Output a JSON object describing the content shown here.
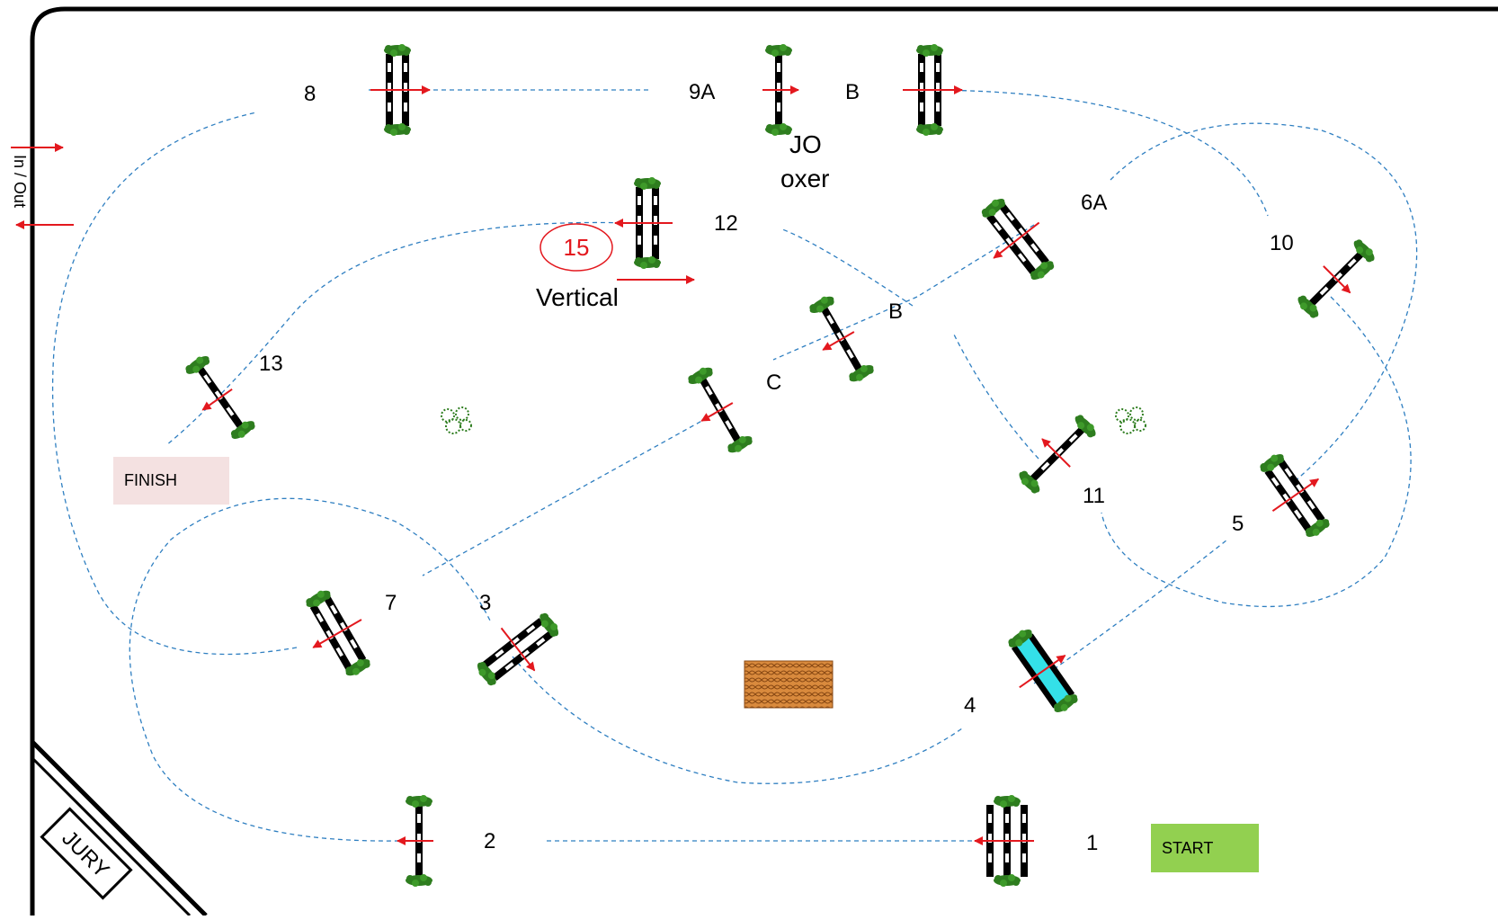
{
  "labels": {
    "in_out": "In / Out",
    "jury": "JURY",
    "start": "START",
    "finish": "FINISH",
    "jo": "JO",
    "oxer": "oxer",
    "vertical": "Vertical",
    "circled_number": "15"
  },
  "fence_numbers": {
    "n1": "1",
    "n2": "2",
    "n3": "3",
    "n4": "4",
    "n5": "5",
    "n6a": "6A",
    "n6b": "B",
    "n6c": "C",
    "n7": "7",
    "n8": "8",
    "n9a": "9A",
    "n9b": "B",
    "n10": "10",
    "n11": "11",
    "n12": "12",
    "n13": "13"
  },
  "colors": {
    "path": "#2f7fc1",
    "arrow": "#e3181e",
    "tree": "#2e7d1f",
    "start_box": "#92d050",
    "finish_box": "#f4e1e1",
    "water": "#34e0e8",
    "wall": "#d98a3d",
    "arena_border": "#000000"
  }
}
